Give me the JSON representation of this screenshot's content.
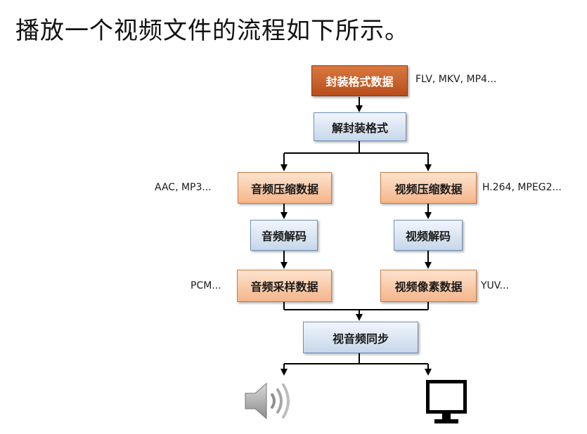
{
  "title": "播放一个视频文件的流程如下所示。",
  "boxes": {
    "container_data": "封装格式数据",
    "demux": "解封装格式",
    "audio_compressed": "音频压缩数据",
    "video_compressed": "视频压缩数据",
    "audio_decode": "音频解码",
    "video_decode": "视频解码",
    "audio_samples": "音频采样数据",
    "video_pixels": "视频像素数据",
    "av_sync": "视音频同步"
  },
  "notes": {
    "container_formats": "FLV, MKV, MP4...",
    "audio_formats": "AAC, MP3...",
    "video_formats": "H.264, MPEG2...",
    "audio_raw": "PCM...",
    "video_raw": "YUV..."
  },
  "icons": [
    "speaker-icon",
    "monitor-icon"
  ],
  "colors": {
    "dark_box": "#c0591f",
    "orange_box": "#f6c29c",
    "blue_box": "#dbe6f3",
    "arrow": "#000000"
  }
}
